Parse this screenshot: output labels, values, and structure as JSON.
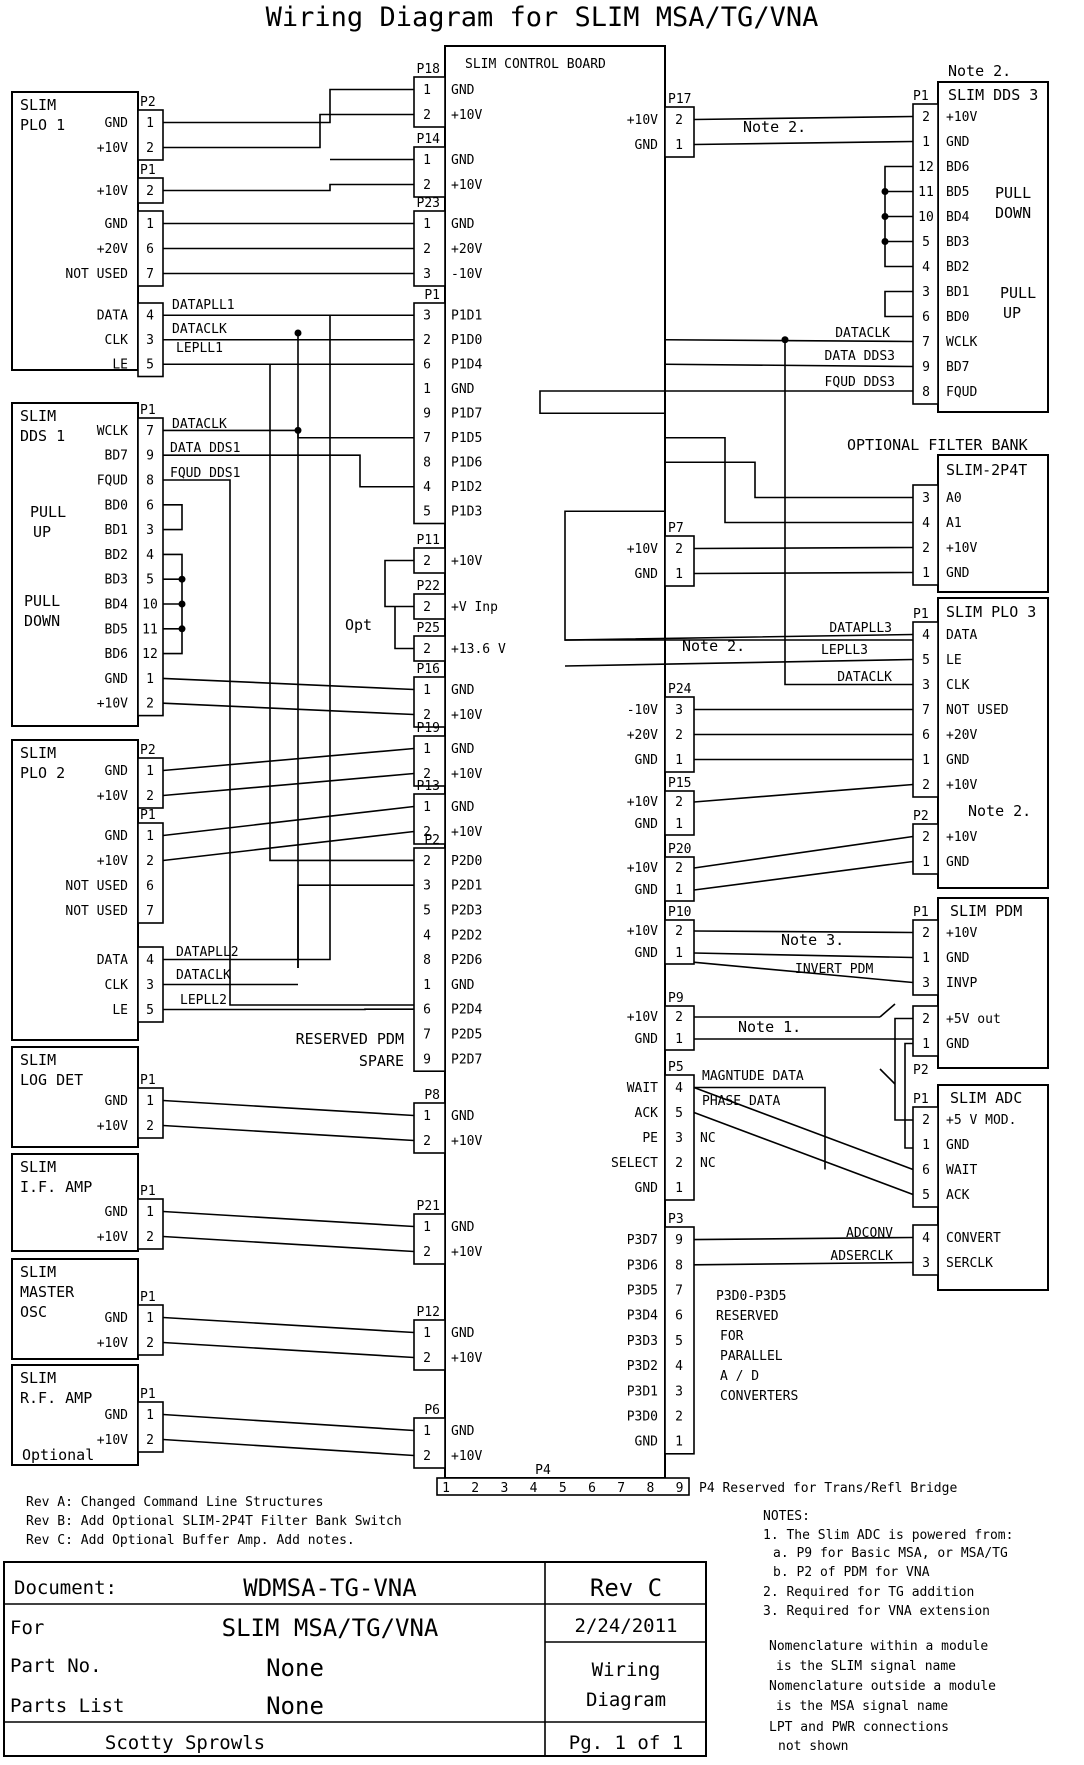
{
  "title": "Wiring Diagram for SLIM MSA/TG/VNA",
  "control_board": {
    "title": "SLIM CONTROL BOARD",
    "connectors": {
      "P18": {
        "label": "P18",
        "pins": [
          "1",
          "2"
        ],
        "signals": [
          "GND",
          "+10V"
        ]
      },
      "P14": {
        "label": "P14",
        "pins": [
          "1",
          "2"
        ],
        "signals": [
          "GND",
          "+10V"
        ]
      },
      "P23": {
        "label": "P23",
        "pins": [
          "1",
          "2",
          "3"
        ],
        "signals": [
          "GND",
          "+20V",
          "-10V"
        ]
      },
      "P1": {
        "label": "P1",
        "pins": [
          "3",
          "2",
          "6",
          "1",
          "9",
          "7",
          "8",
          "4",
          "5"
        ],
        "signals": [
          "P1D1",
          "P1D0",
          "P1D4",
          "GND",
          "P1D7",
          "P1D5",
          "P1D6",
          "P1D2",
          "P1D3"
        ]
      },
      "P11": {
        "label": "P11",
        "pins": [
          "2"
        ],
        "signals": [
          "+10V"
        ]
      },
      "P22": {
        "label": "P22",
        "pins": [
          "2"
        ],
        "signals": [
          "+V Inp"
        ]
      },
      "P25": {
        "label": "P25",
        "pins": [
          "2"
        ],
        "signals": [
          "+13.6 V"
        ]
      },
      "P16": {
        "label": "P16",
        "pins": [
          "1",
          "2"
        ],
        "signals": [
          "GND",
          "+10V"
        ]
      },
      "P19": {
        "label": "P19",
        "pins": [
          "1",
          "2"
        ],
        "signals": [
          "GND",
          "+10V"
        ]
      },
      "P13": {
        "label": "P13",
        "pins": [
          "1",
          "2"
        ],
        "signals": [
          "GND",
          "+10V"
        ]
      },
      "P2": {
        "label": "P2",
        "pins": [
          "2",
          "3",
          "5",
          "4",
          "8",
          "1",
          "6",
          "7",
          "9"
        ],
        "signals": [
          "P2D0",
          "P2D1",
          "P2D3",
          "P2D2",
          "P2D6",
          "GND",
          "P2D4",
          "P2D5",
          "P2D7"
        ]
      },
      "P8": {
        "label": "P8",
        "pins": [
          "1",
          "2"
        ],
        "signals": [
          "GND",
          "+10V"
        ]
      },
      "P21": {
        "label": "P21",
        "pins": [
          "1",
          "2"
        ],
        "signals": [
          "GND",
          "+10V"
        ]
      },
      "P12": {
        "label": "P12",
        "pins": [
          "1",
          "2"
        ],
        "signals": [
          "GND",
          "+10V"
        ]
      },
      "P6": {
        "label": "P6",
        "pins": [
          "1",
          "2"
        ],
        "signals": [
          "GND",
          "+10V"
        ]
      },
      "P17": {
        "label": "P17",
        "pins": [
          "2",
          "1"
        ],
        "signals": [
          "+10V",
          "GND"
        ]
      },
      "P7": {
        "label": "P7",
        "pins": [
          "2",
          "1"
        ],
        "signals": [
          "+10V",
          "GND"
        ]
      },
      "P24": {
        "label": "P24",
        "pins": [
          "3",
          "2",
          "1"
        ],
        "signals": [
          "-10V",
          "+20V",
          "GND"
        ]
      },
      "P15": {
        "label": "P15",
        "pins": [
          "2",
          "1"
        ],
        "signals": [
          "+10V",
          "GND"
        ]
      },
      "P20": {
        "label": "P20",
        "pins": [
          "2",
          "1"
        ],
        "signals": [
          "+10V",
          "GND"
        ]
      },
      "P10": {
        "label": "P10",
        "pins": [
          "2",
          "1"
        ],
        "signals": [
          "+10V",
          "GND"
        ]
      },
      "P9": {
        "label": "P9",
        "pins": [
          "2",
          "1"
        ],
        "signals": [
          "+10V",
          "GND"
        ]
      },
      "P5": {
        "label": "P5",
        "pins": [
          "4",
          "5",
          "3",
          "2",
          "1"
        ],
        "signals": [
          "WAIT",
          "ACK",
          "PE",
          "SELECT",
          "GND"
        ]
      },
      "P3": {
        "label": "P3",
        "pins": [
          "9",
          "8",
          "7",
          "6",
          "5",
          "4",
          "3",
          "2",
          "1"
        ],
        "signals": [
          "P3D7",
          "P3D6",
          "P3D5",
          "P3D4",
          "P3D3",
          "P3D2",
          "P3D1",
          "P3D0",
          "GND"
        ]
      },
      "P4": {
        "label": "P4",
        "pins": [
          "1",
          "2",
          "3",
          "4",
          "5",
          "6",
          "7",
          "8",
          "9"
        ]
      }
    },
    "opt_label": "Opt",
    "reserved_pdm": "RESERVED PDM",
    "spare": "SPARE",
    "nc": "NC",
    "p3_reserved": [
      "P3D0-P3D5",
      "RESERVED",
      "FOR",
      "PARALLEL",
      "A / D",
      "CONVERTERS"
    ],
    "p4_note": "P4 Reserved for Trans/Refl Bridge"
  },
  "modules": {
    "plo1": {
      "name": [
        "SLIM",
        "PLO 1"
      ],
      "p2": "P2",
      "p1": "P1",
      "rows": [
        [
          "GND",
          "1"
        ],
        [
          "+10V",
          "2"
        ],
        [
          "+10V",
          "2"
        ],
        [
          "GND",
          "1"
        ],
        [
          "+20V",
          "6"
        ],
        [
          "NOT USED",
          "7"
        ],
        [
          "DATA",
          "4"
        ],
        [
          "CLK",
          "3"
        ],
        [
          "LE",
          "5"
        ]
      ]
    },
    "dds1": {
      "name": [
        "SLIM",
        "DDS 1"
      ],
      "p1": "P1",
      "pull_up": [
        "PULL",
        "UP"
      ],
      "pull_down": [
        "PULL",
        "DOWN"
      ],
      "rows": [
        [
          "WCLK",
          "7"
        ],
        [
          "BD7",
          "9"
        ],
        [
          "FQUD",
          "8"
        ],
        [
          "BD0",
          "6"
        ],
        [
          "BD1",
          "3"
        ],
        [
          "BD2",
          "4"
        ],
        [
          "BD3",
          "5"
        ],
        [
          "BD4",
          "10"
        ],
        [
          "BD5",
          "11"
        ],
        [
          "BD6",
          "12"
        ],
        [
          "GND",
          "1"
        ],
        [
          "+10V",
          "2"
        ]
      ]
    },
    "plo2": {
      "name": [
        "SLIM",
        "PLO 2"
      ],
      "p2": "P2",
      "p1": "P1",
      "rows": [
        [
          "GND",
          "1"
        ],
        [
          "+10V",
          "2"
        ],
        [
          "GND",
          "1"
        ],
        [
          "+10V",
          "2"
        ],
        [
          "NOT USED",
          "6"
        ],
        [
          "NOT USED",
          "7"
        ],
        [
          "DATA",
          "4"
        ],
        [
          "CLK",
          "3"
        ],
        [
          "LE",
          "5"
        ]
      ]
    },
    "logdet": {
      "name": [
        "SLIM",
        "LOG DET"
      ],
      "p1": "P1",
      "rows": [
        [
          "GND",
          "1"
        ],
        [
          "+10V",
          "2"
        ]
      ]
    },
    "ifamp": {
      "name": [
        "SLIM",
        "I.F. AMP"
      ],
      "p1": "P1",
      "rows": [
        [
          "GND",
          "1"
        ],
        [
          "+10V",
          "2"
        ]
      ]
    },
    "mosc": {
      "name": [
        "SLIM",
        "MASTER",
        "OSC"
      ],
      "p1": "P1",
      "rows": [
        [
          "GND",
          "1"
        ],
        [
          "+10V",
          "2"
        ]
      ]
    },
    "rfamp": {
      "name": [
        "SLIM",
        "R.F. AMP"
      ],
      "p1": "P1",
      "optional": "Optional",
      "rows": [
        [
          "GND",
          "1"
        ],
        [
          "+10V",
          "2"
        ]
      ]
    },
    "dds3": {
      "name": "SLIM DDS 3",
      "p1": "P1",
      "note": "Note 2.",
      "pull_up": [
        "PULL",
        "UP"
      ],
      "pull_down": [
        "PULL",
        "DOWN"
      ],
      "rows": [
        [
          "2",
          "+10V"
        ],
        [
          "1",
          "GND"
        ],
        [
          "12",
          "BD6"
        ],
        [
          "11",
          "BD5"
        ],
        [
          "10",
          "BD4"
        ],
        [
          "5",
          "BD3"
        ],
        [
          "4",
          "BD2"
        ],
        [
          "3",
          "BD1"
        ],
        [
          "6",
          "BD0"
        ],
        [
          "7",
          "WCLK"
        ],
        [
          "9",
          "BD7"
        ],
        [
          "8",
          "FQUD"
        ]
      ]
    },
    "filter": {
      "title": "OPTIONAL FILTER BANK",
      "name": "SLIM-2P4T",
      "rows": [
        [
          "3",
          "A0"
        ],
        [
          "4",
          "A1"
        ],
        [
          "2",
          "+10V"
        ],
        [
          "1",
          "GND"
        ]
      ]
    },
    "plo3": {
      "name": "SLIM PLO 3",
      "p1": "P1",
      "p2": "P2",
      "note": "Note 2.",
      "rows": [
        [
          "4",
          "DATA"
        ],
        [
          "5",
          "LE"
        ],
        [
          "3",
          "CLK"
        ],
        [
          "7",
          "NOT USED"
        ],
        [
          "6",
          "+20V"
        ],
        [
          "1",
          "GND"
        ],
        [
          "2",
          "+10V"
        ],
        [
          "2",
          "+10V"
        ],
        [
          "1",
          "GND"
        ]
      ]
    },
    "pdm": {
      "name": "SLIM PDM",
      "p1": "P1",
      "p2": "P2",
      "rows": [
        [
          "2",
          "+10V"
        ],
        [
          "1",
          "GND"
        ],
        [
          "3",
          "INVP"
        ],
        [
          "2",
          "+5V out"
        ],
        [
          "1",
          "GND"
        ]
      ]
    },
    "adc": {
      "name": "SLIM ADC",
      "p1": "P1",
      "rows": [
        [
          "2",
          "+5 V MOD."
        ],
        [
          "1",
          "GND"
        ],
        [
          "6",
          "WAIT"
        ],
        [
          "5",
          "ACK"
        ],
        [
          "4",
          "CONVERT"
        ],
        [
          "3",
          "SERCLK"
        ]
      ]
    }
  },
  "wire_labels": {
    "datapll1": "DATAPLL1",
    "dataclk": "DATACLK",
    "lepll1": "LEPLL1",
    "data_dds1": "DATA DDS1",
    "fqud_dds1": "FQUD DDS1",
    "datapll2": "DATAPLL2",
    "lepll2": "LEPLL2",
    "data_dds3": "DATA DDS3",
    "fqud_dds3": "FQUD DDS3",
    "datapll3": "DATAPLL3",
    "lepll3": "LEPLL3",
    "note2": "Note 2.",
    "note3": "Note 3.",
    "note1": "Note 1.",
    "invert_pdm": "INVERT PDM",
    "magntude": "MAGNTUDE DATA",
    "phase": "PHASE DATA",
    "adconv": "ADCONV",
    "adserclk": "ADSERCLK"
  },
  "revisions": [
    "Rev A: Changed Command Line Structures",
    "Rev B: Add Optional SLIM-2P4T Filter Bank Switch",
    "Rev C: Add Optional Buffer Amp. Add notes."
  ],
  "notes": [
    "NOTES:",
    "1. The Slim ADC is powered from:",
    "a. P9 for Basic MSA, or MSA/TG",
    "b. P2 of PDM for VNA",
    "2. Required for TG addition",
    "3. Required for VNA extension",
    "Nomenclature within a module",
    "is the SLIM signal name",
    "Nomenclature outside a module",
    "is the MSA signal name",
    "LPT and PWR connections",
    "not shown"
  ],
  "title_block": {
    "document_label": "Document:",
    "document": "WDMSA-TG-VNA",
    "rev": "Rev C",
    "for_label": "For",
    "for": "SLIM MSA/TG/VNA",
    "date": "2/24/2011",
    "part_label": "Part No.",
    "part": "None",
    "plist_label": "Parts List",
    "plist": "None",
    "type": [
      "Wiring",
      "Diagram"
    ],
    "author": "Scotty Sprowls",
    "page": "Pg. 1 of 1"
  }
}
